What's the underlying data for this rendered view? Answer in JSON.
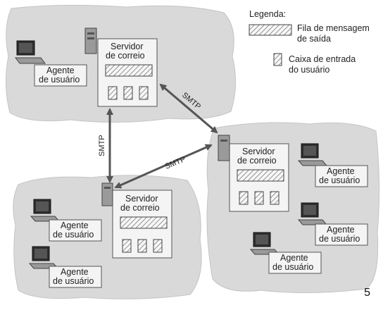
{
  "legend": {
    "title": "Legenda:",
    "outgoing_queue_line1": "Fila de mensagem",
    "outgoing_queue_line2": "de saída",
    "inbox_line1": "Caixa de entrada",
    "inbox_line2": "do usuário"
  },
  "server_label_line1": "Servidor",
  "server_label_line2": "de correio",
  "agent_label_line1": "Agente",
  "agent_label_line2": "de usuário",
  "protocol": "SMTP",
  "page_number": "5",
  "colors": {
    "cloud_fill": "#d9d9d9",
    "box_fill": "#f4f4f4",
    "arrow": "#555555"
  }
}
